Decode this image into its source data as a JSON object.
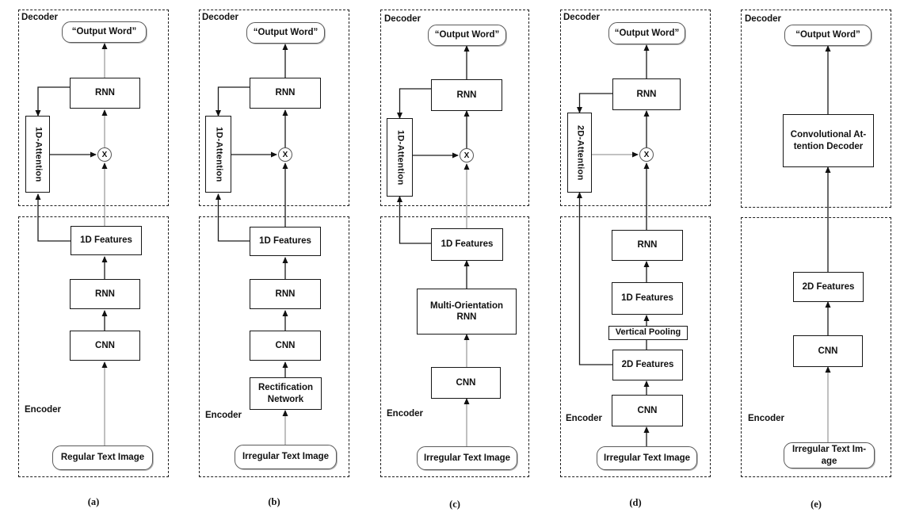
{
  "figure": {
    "colors": {
      "line_black": "#1a1a1a",
      "line_gray": "#9e9e9e",
      "box_border": "#161616"
    },
    "panels": [
      {
        "caption": "(a)",
        "decoder_label": "Decoder",
        "encoder_label": "Encoder",
        "nodes": {
          "output_word": "“Output Word”",
          "dec_rnn": "RNN",
          "attention": "1D-Attention",
          "multiply": "X",
          "features_1d": "1D Features",
          "enc_rnn": "RNN",
          "cnn": "CNN",
          "input": "Regular Text Image"
        }
      },
      {
        "caption": "(b)",
        "decoder_label": "Decoder",
        "encoder_label": "Encoder",
        "nodes": {
          "output_word": "“Output Word”",
          "dec_rnn": "RNN",
          "attention": "1D-Attention",
          "multiply": "X",
          "features_1d": "1D Features",
          "enc_rnn": "RNN",
          "cnn": "CNN",
          "rectification": "Rectification\nNetwork",
          "input": "Irregular Text Image"
        }
      },
      {
        "caption": "(c)",
        "decoder_label": "Decoder",
        "encoder_label": "Encoder",
        "nodes": {
          "output_word": "“Output Word”",
          "dec_rnn": "RNN",
          "attention": "1D-Attention",
          "multiply": "X",
          "features_1d": "1D Features",
          "mo_rnn": "Multi-Orientation\nRNN",
          "cnn": "CNN",
          "input": "Irregular Text Image"
        }
      },
      {
        "caption": "(d)",
        "decoder_label": "Decoder",
        "encoder_label": "Encoder",
        "nodes": {
          "output_word": "“Output Word”",
          "dec_rnn": "RNN",
          "attention": "2D-Attention",
          "multiply": "X",
          "enc_rnn": "RNN",
          "features_1d": "1D Features",
          "pooling": "Vertical Pooling",
          "features_2d": "2D Features",
          "cnn": "CNN",
          "input": "Irregular Text Image"
        }
      },
      {
        "caption": "(e)",
        "decoder_label": "Decoder",
        "encoder_label": "Encoder",
        "nodes": {
          "output_word": "“Output Word”",
          "conv_att_decoder": "Convolutional At-\ntention Decoder",
          "features_2d": "2D Features",
          "cnn": "CNN",
          "input": "Irregular Text Im-\nage"
        }
      }
    ]
  }
}
